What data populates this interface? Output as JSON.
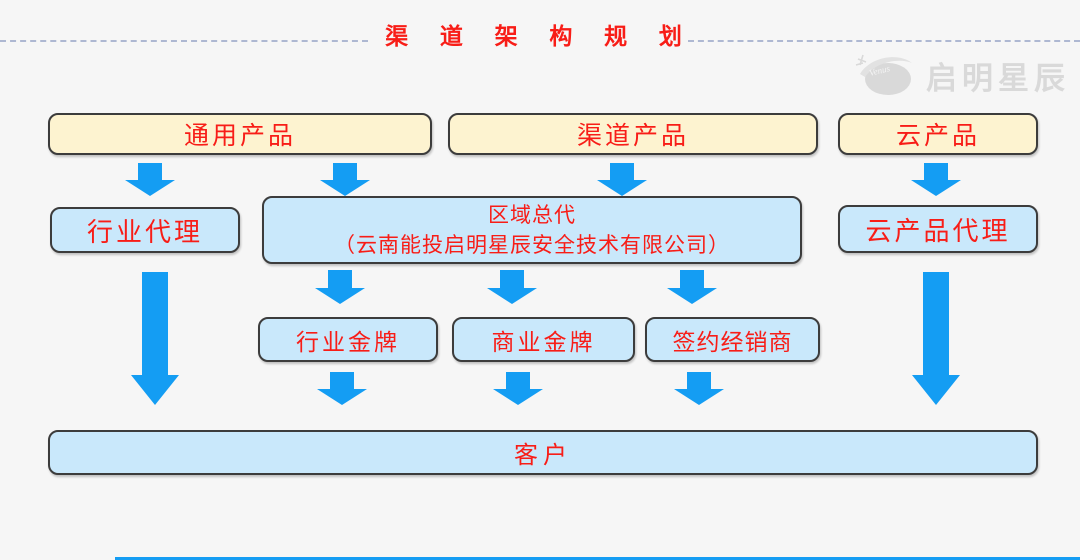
{
  "slide": {
    "title": "渠 道 架 构 规 划",
    "watermark": {
      "brand_text": "启明星辰",
      "swoosh_text": "Venus"
    }
  },
  "colors": {
    "bg": "#f6f6f6",
    "text_red": "#f81d17",
    "arrow_blue": "#149df3",
    "box_yellow": "#fdf3d0",
    "box_blue": "#c9e8fb",
    "border_dark": "#3c3c3c",
    "dash_line": "#aeb8d2",
    "logo_gray": "#d9d9d9",
    "bottom_line": "#149df3"
  },
  "nodes": {
    "general_products": {
      "label": "通用产品"
    },
    "channel_products": {
      "label": "渠道产品"
    },
    "cloud_products": {
      "label": "云产品"
    },
    "industry_agent": {
      "label": "行业代理"
    },
    "regional_distributor": {
      "title": "区域总代",
      "subtitle": "（云南能投启明星辰安全技术有限公司）"
    },
    "cloud_product_agent": {
      "label": "云产品代理"
    },
    "industry_gold": {
      "label": "行业金牌"
    },
    "business_gold": {
      "label": "商业金牌"
    },
    "contracted_reseller": {
      "label": "签约经销商"
    },
    "customer": {
      "label": "客户"
    }
  }
}
